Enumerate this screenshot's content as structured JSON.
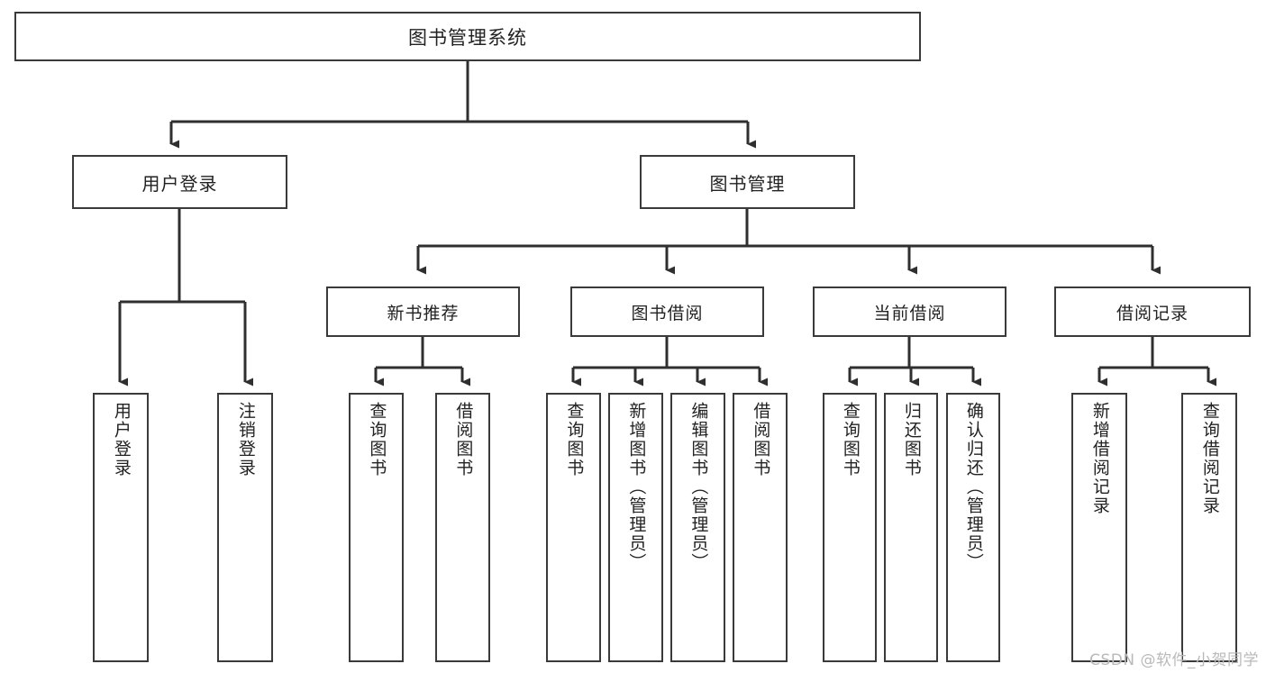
{
  "diagram": {
    "title": "图书管理系统",
    "type": "tree-hierarchy-diagram",
    "background_color": "#ffffff",
    "line_color": "#3a3a3a",
    "box_border_color": "#3a3a3a",
    "text_color": "#222222"
  },
  "root": {
    "label": "图书管理系统"
  },
  "level2": [
    {
      "label": "用户登录"
    },
    {
      "label": "图书管理"
    }
  ],
  "level3": [
    {
      "label": "新书推荐"
    },
    {
      "label": "图书借阅"
    },
    {
      "label": "当前借阅"
    },
    {
      "label": "借阅记录"
    }
  ],
  "leaves": {
    "user_login": [
      {
        "label": "用户登录"
      },
      {
        "label": "注销登录"
      }
    ],
    "new_book_recommend": [
      {
        "label": "查询图书"
      },
      {
        "label": "借阅图书"
      }
    ],
    "book_borrow": [
      {
        "label": "查询图书"
      },
      {
        "label": "新增图书（管理员）"
      },
      {
        "label": "编辑图书（管理员）"
      },
      {
        "label": "借阅图书"
      }
    ],
    "current_borrow": [
      {
        "label": "查询图书"
      },
      {
        "label": "归还图书"
      },
      {
        "label": "确认归还（管理员）"
      }
    ],
    "borrow_record": [
      {
        "label": "新增借阅记录"
      },
      {
        "label": "查询借阅记录"
      }
    ]
  },
  "watermark": {
    "text": "CSDN @软件_小贺同学"
  }
}
